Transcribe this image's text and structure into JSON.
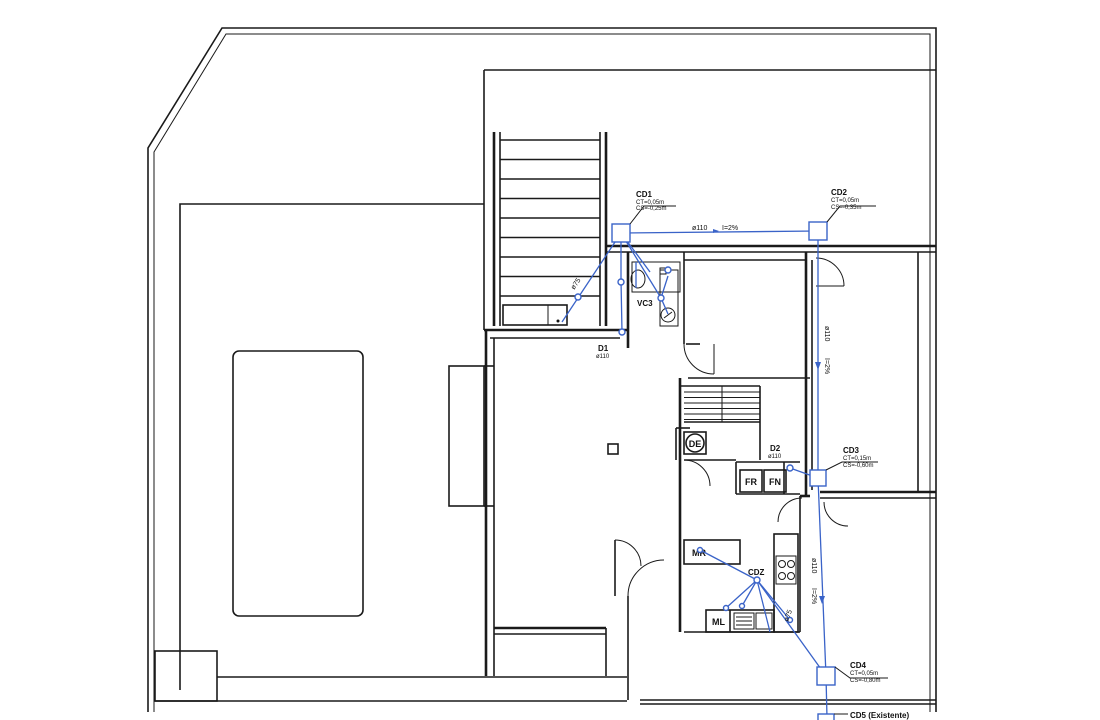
{
  "nodes": {
    "cd1": {
      "name": "CD1",
      "ct": "CT=0,05m",
      "cs": "CS=-0,25m"
    },
    "cd2": {
      "name": "CD2",
      "ct": "CT=0,05m",
      "cs": "CS=-0,35m"
    },
    "cd3": {
      "name": "CD3",
      "ct": "CT=0,15m",
      "cs": "CS=-0,60m"
    },
    "cd4": {
      "name": "CD4",
      "ct": "CT=0,05m",
      "cs": "CS=-0,80m"
    },
    "cd5": {
      "name": "CD5 (Existente)"
    }
  },
  "pipes": {
    "top_diam": "ø110",
    "top_slope": "I=2%",
    "right_upper_diam": "ø110",
    "right_upper_slope": "I=2%",
    "right_lower_diam": "ø110",
    "right_lower_slope": "I=2%",
    "stair_branch": "ø75"
  },
  "points": {
    "d1": {
      "name": "D1",
      "diam": "ø110"
    },
    "d2": {
      "name": "D2",
      "diam": "ø110"
    },
    "vc3": "VC3",
    "cdz": "CDZ",
    "kitchen_branch": "ø75"
  },
  "appliances": {
    "de": "DE",
    "fr": "FR",
    "fn": "FN",
    "mr": "MR",
    "ml": "ML"
  },
  "colors": {
    "pipe": "#3a63c8",
    "walls": "#1a1a1a"
  }
}
